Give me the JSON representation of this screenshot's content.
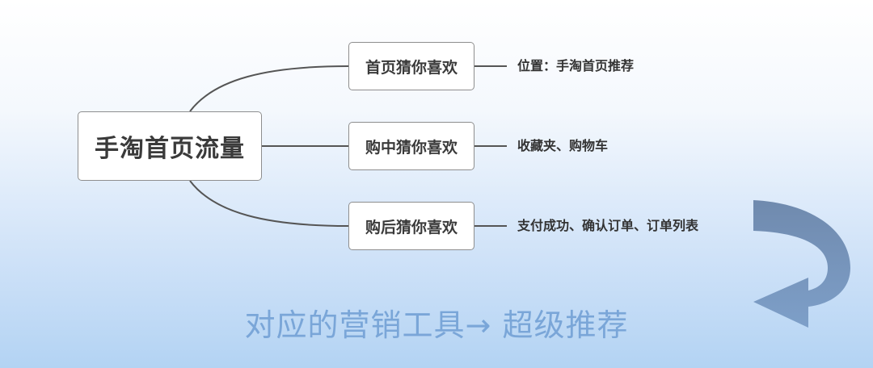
{
  "root": {
    "label": "手淘首页流量"
  },
  "branches": [
    {
      "label": "首页猜你喜欢",
      "detail": "位置：手淘首页推荐"
    },
    {
      "label": "购中猜你喜欢",
      "detail": "收藏夹、购物车"
    },
    {
      "label": "购后猜你喜欢",
      "detail": "支付成功、确认订单、订单列表"
    }
  ],
  "footer": {
    "prefix": "对应的营销工具",
    "arrow": "→",
    "suffix": "超级推荐"
  },
  "colors": {
    "connector": "#555555",
    "footer_text": "#7aa6d8",
    "curved_arrow": "#6f8fb8"
  },
  "icons": {
    "return_arrow": "curved-return-arrow-icon"
  }
}
